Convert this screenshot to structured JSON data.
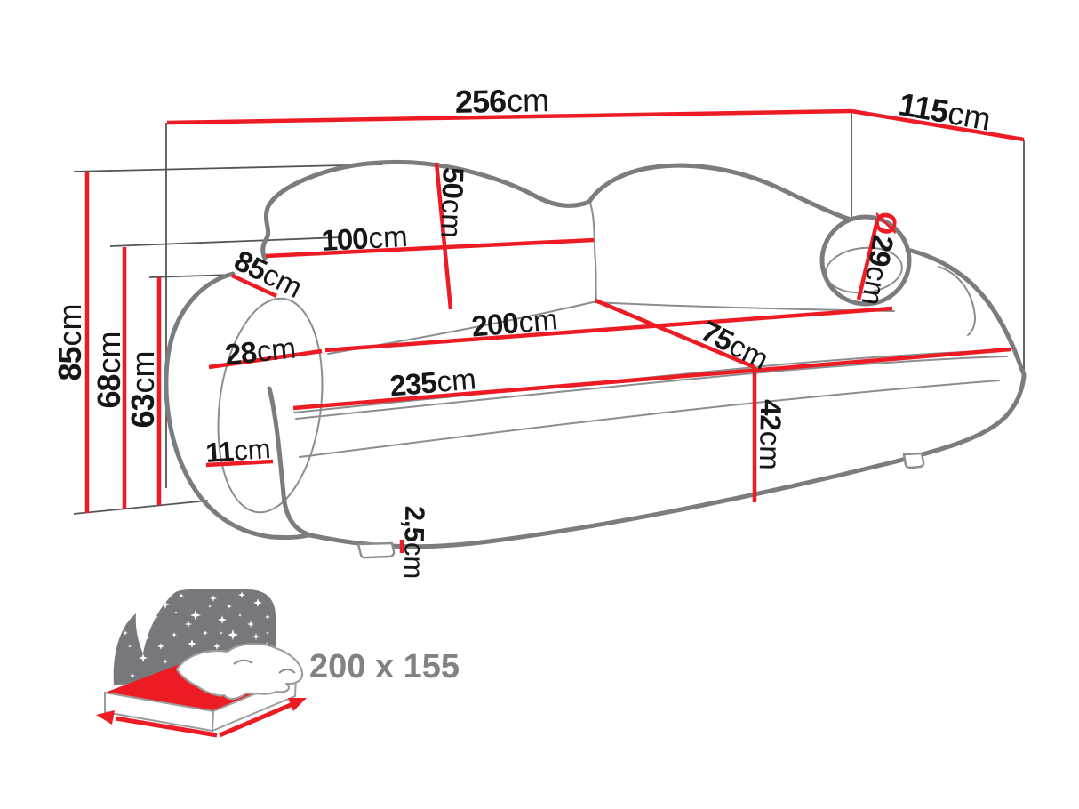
{
  "diagram": {
    "labels": {
      "total_width": {
        "num": "256",
        "unit": "cm"
      },
      "total_depth": {
        "num": "115",
        "unit": "cm"
      },
      "total_height": {
        "num": "85",
        "unit": "cm"
      },
      "back_height": {
        "num": "68",
        "unit": "cm"
      },
      "armrest_height": {
        "num": "63",
        "unit": "cm"
      },
      "back_cushion_height": {
        "num": "50",
        "unit": "cm"
      },
      "back_cushion_width": {
        "num": "100",
        "unit": "cm"
      },
      "armrest_depth": {
        "num": "85",
        "unit": "cm"
      },
      "armrest_width": {
        "num": "28",
        "unit": "cm"
      },
      "seat_width": {
        "num": "200",
        "unit": "cm"
      },
      "seat_depth": {
        "num": "75",
        "unit": "cm"
      },
      "front_width": {
        "num": "235",
        "unit": "cm"
      },
      "bolster_diameter": {
        "prefix": "Ø",
        "num": "29",
        "unit": "cm"
      },
      "seat_height": {
        "num": "42",
        "unit": "cm"
      },
      "armrest_band_width": {
        "num": "11",
        "unit": "cm"
      },
      "glide_height": {
        "num": "2,5",
        "unit": "cm"
      }
    },
    "sleeping_area": {
      "size": "200 x 155"
    },
    "colors": {
      "dimension_red": "#ed1c24",
      "outline_gray": "#7b7c7e",
      "icon_gray": "#77787b",
      "size_text_gray": "#808285",
      "text_black": "#161616"
    }
  }
}
